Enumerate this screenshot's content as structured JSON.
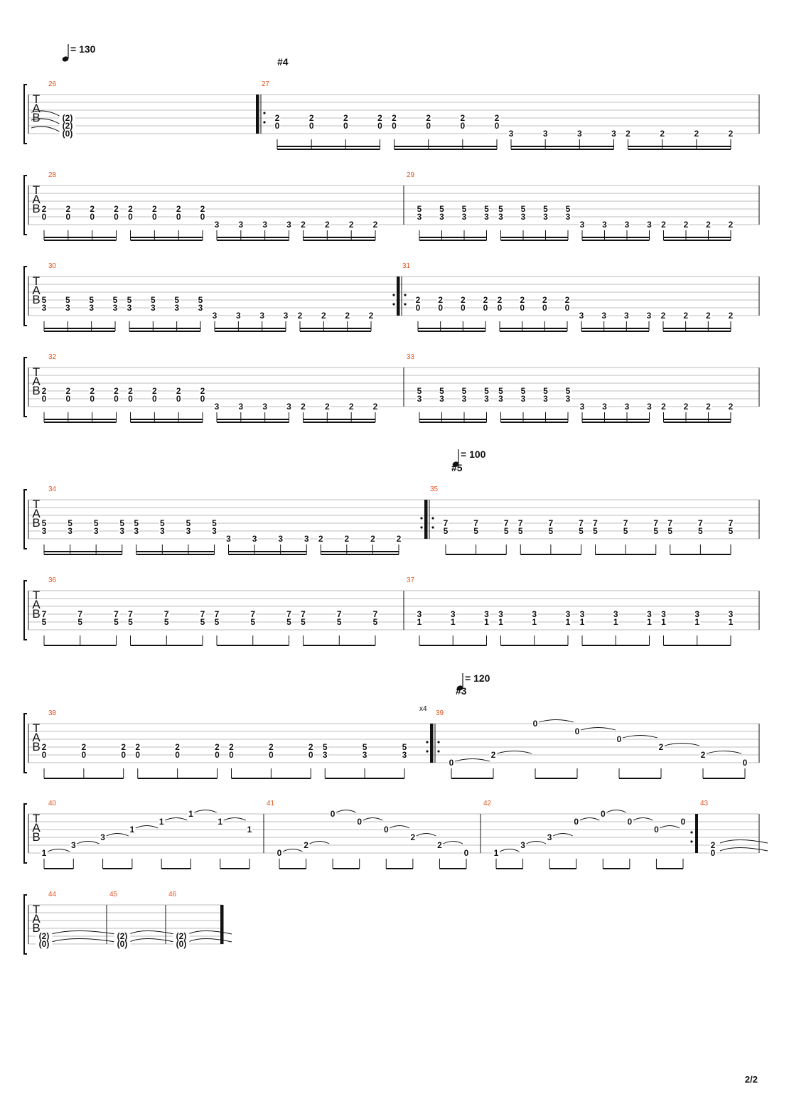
{
  "page": {
    "number": "2/2"
  },
  "tempo_marks": [
    {
      "bpm": "= 130"
    },
    {
      "bpm": "= 100"
    },
    {
      "bpm": "= 120"
    }
  ],
  "section_marks": [
    "#4",
    "#5",
    "#3"
  ],
  "repeat_count": "x4",
  "tab_clef": [
    "T",
    "A",
    "B"
  ],
  "systems": [
    {
      "measures": [
        {
          "number": "26",
          "notes": [
            {
              "col": [
                null,
                null,
                null,
                "(2)",
                "(2)",
                "(0)"
              ]
            }
          ]
        },
        {
          "number": "27",
          "repeat_start": true,
          "pattern": "A"
        }
      ]
    },
    {
      "measures": [
        {
          "number": "28",
          "pattern": "A"
        },
        {
          "number": "29",
          "pattern": "B"
        }
      ]
    },
    {
      "measures": [
        {
          "number": "30",
          "pattern": "B"
        },
        {
          "number": "31",
          "repeat_end_start": true,
          "pattern": "A"
        }
      ]
    },
    {
      "measures": [
        {
          "number": "32",
          "pattern": "A"
        },
        {
          "number": "33",
          "pattern": "B"
        }
      ]
    },
    {
      "measures": [
        {
          "number": "34",
          "pattern": "B"
        },
        {
          "number": "35",
          "repeat_end_start": true,
          "pattern": "C"
        }
      ]
    },
    {
      "measures": [
        {
          "number": "36",
          "pattern": "C"
        },
        {
          "number": "37",
          "pattern": "D"
        }
      ]
    },
    {
      "measures": [
        {
          "number": "38",
          "pattern": "E"
        },
        {
          "number": "39",
          "repeat_end_start": true,
          "pattern": "ARP1"
        }
      ]
    },
    {
      "measures": [
        {
          "number": "40",
          "pattern": "ARP2"
        },
        {
          "number": "41",
          "pattern": "ARP1"
        },
        {
          "number": "42",
          "pattern": "ARP3"
        },
        {
          "number": "43",
          "repeat_end": true,
          "pattern": "END1"
        }
      ]
    },
    {
      "measures": [
        {
          "number": "44",
          "pattern": "TIE"
        },
        {
          "number": "45",
          "pattern": "TIE"
        },
        {
          "number": "46",
          "pattern": "TIE",
          "final": true
        }
      ]
    }
  ],
  "patterns": {
    "A": {
      "groups": [
        {
          "frets": [
            [
              "2",
              "0"
            ],
            [
              "2",
              "0"
            ],
            [
              "2",
              "0"
            ],
            [
              "2",
              "0"
            ]
          ]
        },
        {
          "frets": [
            [
              "2",
              "0"
            ],
            [
              "2",
              "0"
            ],
            [
              "2",
              "0"
            ],
            [
              "2",
              "0"
            ]
          ]
        },
        {
          "frets": [
            [
              "3"
            ],
            [
              "3"
            ],
            [
              "3"
            ],
            [
              "3"
            ]
          ]
        },
        {
          "frets": [
            [
              "2"
            ],
            [
              "2"
            ],
            [
              "2"
            ],
            [
              "2"
            ]
          ]
        }
      ]
    },
    "B": {
      "groups": [
        {
          "frets": [
            [
              "5",
              "3"
            ],
            [
              "5",
              "3"
            ],
            [
              "5",
              "3"
            ],
            [
              "5",
              "3"
            ]
          ]
        },
        {
          "frets": [
            [
              "5",
              "3"
            ],
            [
              "5",
              "3"
            ],
            [
              "5",
              "3"
            ],
            [
              "5",
              "3"
            ]
          ]
        },
        {
          "frets": [
            [
              "3"
            ],
            [
              "3"
            ],
            [
              "3"
            ],
            [
              "3"
            ]
          ]
        },
        {
          "frets": [
            [
              "2"
            ],
            [
              "2"
            ],
            [
              "2"
            ],
            [
              "2"
            ]
          ]
        }
      ]
    },
    "C": {
      "groups": [
        {
          "frets": [
            [
              "7",
              "5"
            ],
            [
              "7",
              "5"
            ],
            [
              "7",
              "5"
            ]
          ]
        },
        {
          "frets": [
            [
              "7",
              "5"
            ],
            [
              "7",
              "5"
            ],
            [
              "7",
              "5"
            ]
          ]
        },
        {
          "frets": [
            [
              "7",
              "5"
            ],
            [
              "7",
              "5"
            ],
            [
              "7",
              "5"
            ]
          ]
        },
        {
          "frets": [
            [
              "7",
              "5"
            ],
            [
              "7",
              "5"
            ],
            [
              "7",
              "5"
            ]
          ]
        }
      ]
    },
    "D": {
      "groups": [
        {
          "frets": [
            [
              "3",
              "1"
            ],
            [
              "3",
              "1"
            ],
            [
              "3",
              "1"
            ]
          ]
        },
        {
          "frets": [
            [
              "3",
              "1"
            ],
            [
              "3",
              "1"
            ],
            [
              "3",
              "1"
            ]
          ]
        },
        {
          "frets": [
            [
              "3",
              "1"
            ],
            [
              "3",
              "1"
            ],
            [
              "3",
              "1"
            ]
          ]
        },
        {
          "frets": [
            [
              "3",
              "1"
            ],
            [
              "3",
              "1"
            ],
            [
              "3",
              "1"
            ]
          ]
        }
      ]
    },
    "E": {
      "groups": [
        {
          "frets": [
            [
              "2",
              "0"
            ],
            [
              "2",
              "0"
            ],
            [
              "2",
              "0"
            ]
          ]
        },
        {
          "frets": [
            [
              "2",
              "0"
            ],
            [
              "2",
              "0"
            ],
            [
              "2",
              "0"
            ]
          ]
        },
        {
          "frets": [
            [
              "2",
              "0"
            ],
            [
              "2",
              "0"
            ],
            [
              "2",
              "0"
            ]
          ]
        },
        {
          "frets": [
            [
              "5",
              "3"
            ],
            [
              "5",
              "3"
            ],
            [
              "5",
              "3"
            ]
          ]
        }
      ]
    },
    "ARP1": {
      "arpeggio": [
        [
          "0",
          5
        ],
        [
          "2",
          4
        ],
        [
          "0",
          0
        ],
        [
          "0",
          1
        ],
        [
          "0",
          2
        ],
        [
          "2",
          3
        ],
        [
          "2",
          4
        ],
        [
          "0",
          5
        ]
      ]
    },
    "ARP2": {
      "arpeggio": [
        [
          "1",
          5
        ],
        [
          "3",
          4
        ],
        [
          "3",
          3
        ],
        [
          "1",
          2
        ],
        [
          "1",
          1
        ],
        [
          "1",
          0
        ],
        [
          "1",
          1
        ],
        [
          "1",
          2
        ]
      ]
    },
    "ARP3": {
      "arpeggio": [
        [
          "1",
          5
        ],
        [
          "3",
          4
        ],
        [
          "3",
          3
        ],
        [
          "0",
          1
        ],
        [
          "0",
          0
        ],
        [
          "0",
          1
        ],
        [
          "0",
          2
        ],
        [
          "0",
          1
        ]
      ]
    },
    "END1": {
      "chord": [
        "2",
        "0"
      ]
    },
    "TIE": {
      "chord": [
        "(2)",
        "(0)"
      ]
    }
  }
}
